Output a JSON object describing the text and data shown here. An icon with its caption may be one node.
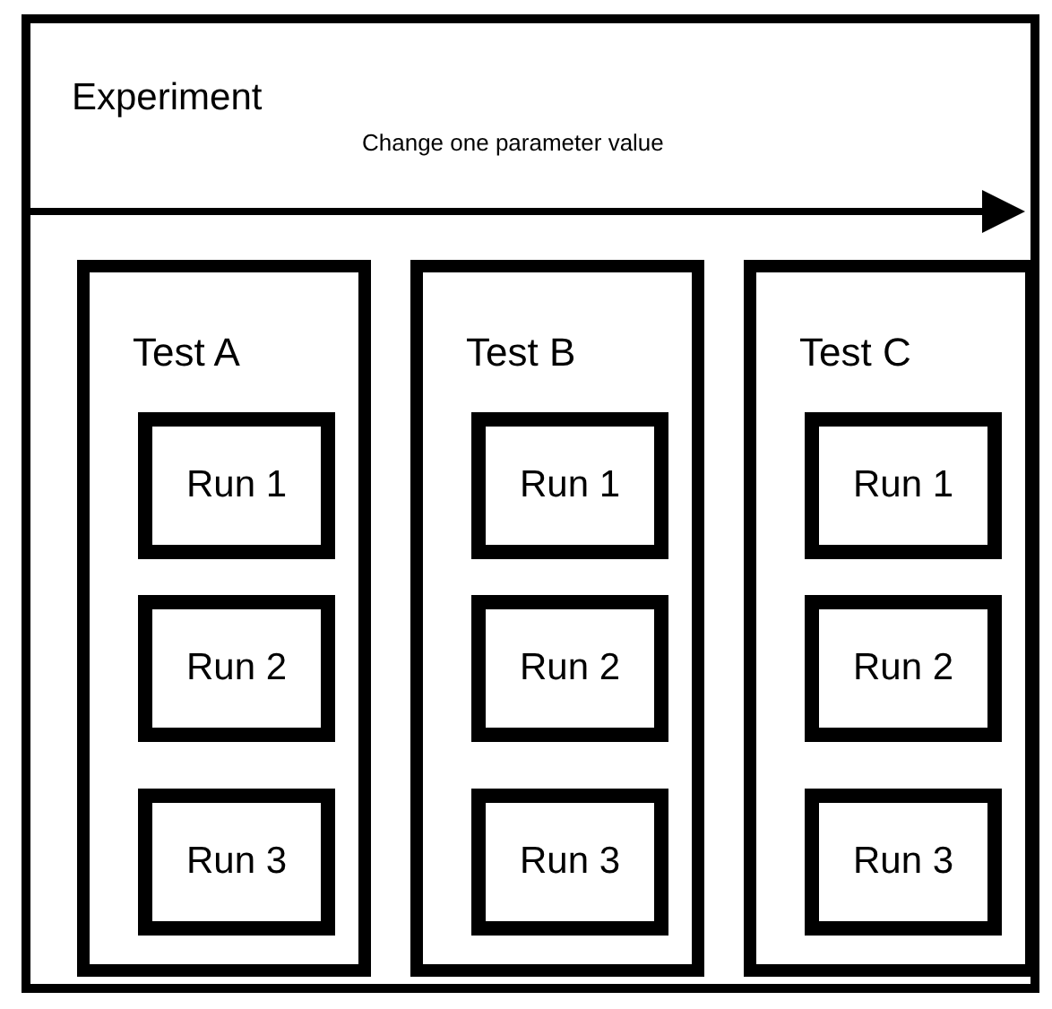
{
  "diagram": {
    "nodes": [
      {
        "text": [
          "Experiment"
        ]
      },
      {
        "text": [
          "Test A"
        ],
        "in": 0
      },
      {
        "text": [
          "Run 1"
        ],
        "in": 1
      },
      {
        "text": [
          "Run 2"
        ],
        "in": 1
      },
      {
        "text": [
          "Run 3"
        ],
        "in": 1
      },
      {
        "text": [
          "Test B"
        ],
        "in": 0
      },
      {
        "text": [
          "Run 1"
        ],
        "in": 5
      },
      {
        "text": [
          "Run 2"
        ],
        "in": 5
      },
      {
        "text": [
          "Run 3"
        ],
        "in": 5
      },
      {
        "text": [
          "Test C"
        ],
        "in": 0
      },
      {
        "text": [
          "Run 1"
        ],
        "in": 9
      },
      {
        "text": [
          "Run 2"
        ],
        "in": 9
      },
      {
        "text": [
          "Run 3"
        ],
        "in": 9
      }
    ],
    "edges": [],
    "labels": [
      "Change one parameter value"
    ]
  }
}
